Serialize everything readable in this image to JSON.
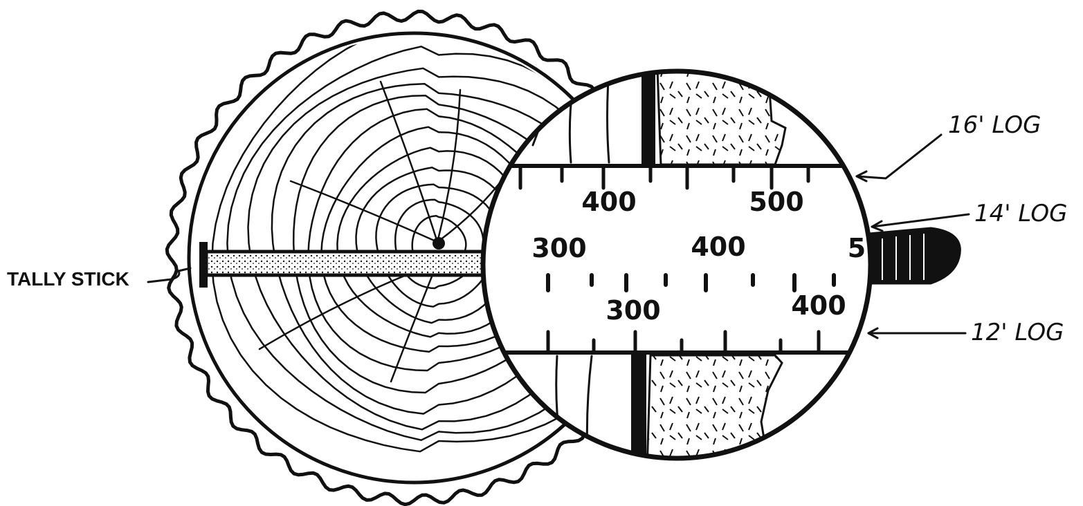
{
  "labels": {
    "tally_stick": "TALLY STICK",
    "log_16": "16' LOG",
    "log_14": "14' LOG",
    "log_12": "12' LOG"
  },
  "scale": {
    "row_16": [
      "400",
      "500"
    ],
    "row_14": [
      "300",
      "400",
      "5"
    ],
    "row_12": [
      "300",
      "400"
    ]
  },
  "colors": {
    "ink": "#111111",
    "background": "#ffffff"
  }
}
